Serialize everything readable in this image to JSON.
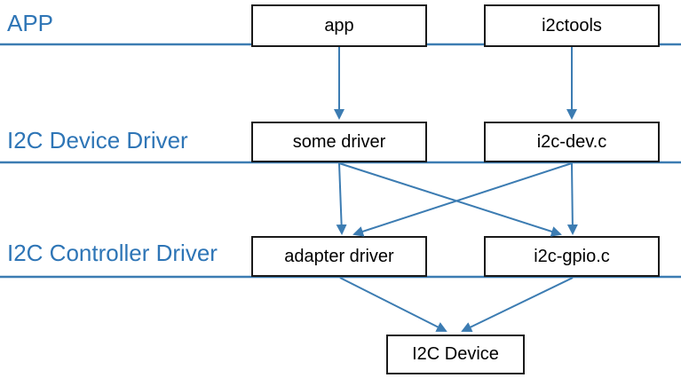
{
  "diagram": {
    "colors": {
      "label_blue": "#2E75B6",
      "line_blue": "#3C7CB2",
      "box_border": "#1A1A1A",
      "box_fill": "#FFFFFF",
      "box_text": "#000000"
    },
    "layers": [
      {
        "label": "APP"
      },
      {
        "label": "I2C Device Driver"
      },
      {
        "label": "I2C Controller Driver"
      }
    ],
    "nodes": [
      {
        "id": "app",
        "label": "app",
        "layer": "APP"
      },
      {
        "id": "i2ctools",
        "label": "i2ctools",
        "layer": "APP"
      },
      {
        "id": "some-driver",
        "label": "some driver",
        "layer": "I2C Device Driver"
      },
      {
        "id": "i2c-dev",
        "label": "i2c-dev.c",
        "layer": "I2C Device Driver"
      },
      {
        "id": "adapter-driver",
        "label": "adapter driver",
        "layer": "I2C Controller Driver"
      },
      {
        "id": "i2c-gpio",
        "label": "i2c-gpio.c",
        "layer": "I2C Controller Driver"
      },
      {
        "id": "i2c-device",
        "label": "I2C Device",
        "layer": ""
      }
    ],
    "edges": [
      {
        "from": "app",
        "to": "some-driver"
      },
      {
        "from": "i2ctools",
        "to": "i2c-dev"
      },
      {
        "from": "some-driver",
        "to": "adapter-driver"
      },
      {
        "from": "some-driver",
        "to": "i2c-gpio"
      },
      {
        "from": "i2c-dev",
        "to": "adapter-driver"
      },
      {
        "from": "i2c-dev",
        "to": "i2c-gpio"
      },
      {
        "from": "adapter-driver",
        "to": "i2c-device"
      },
      {
        "from": "i2c-gpio",
        "to": "i2c-device"
      }
    ]
  }
}
